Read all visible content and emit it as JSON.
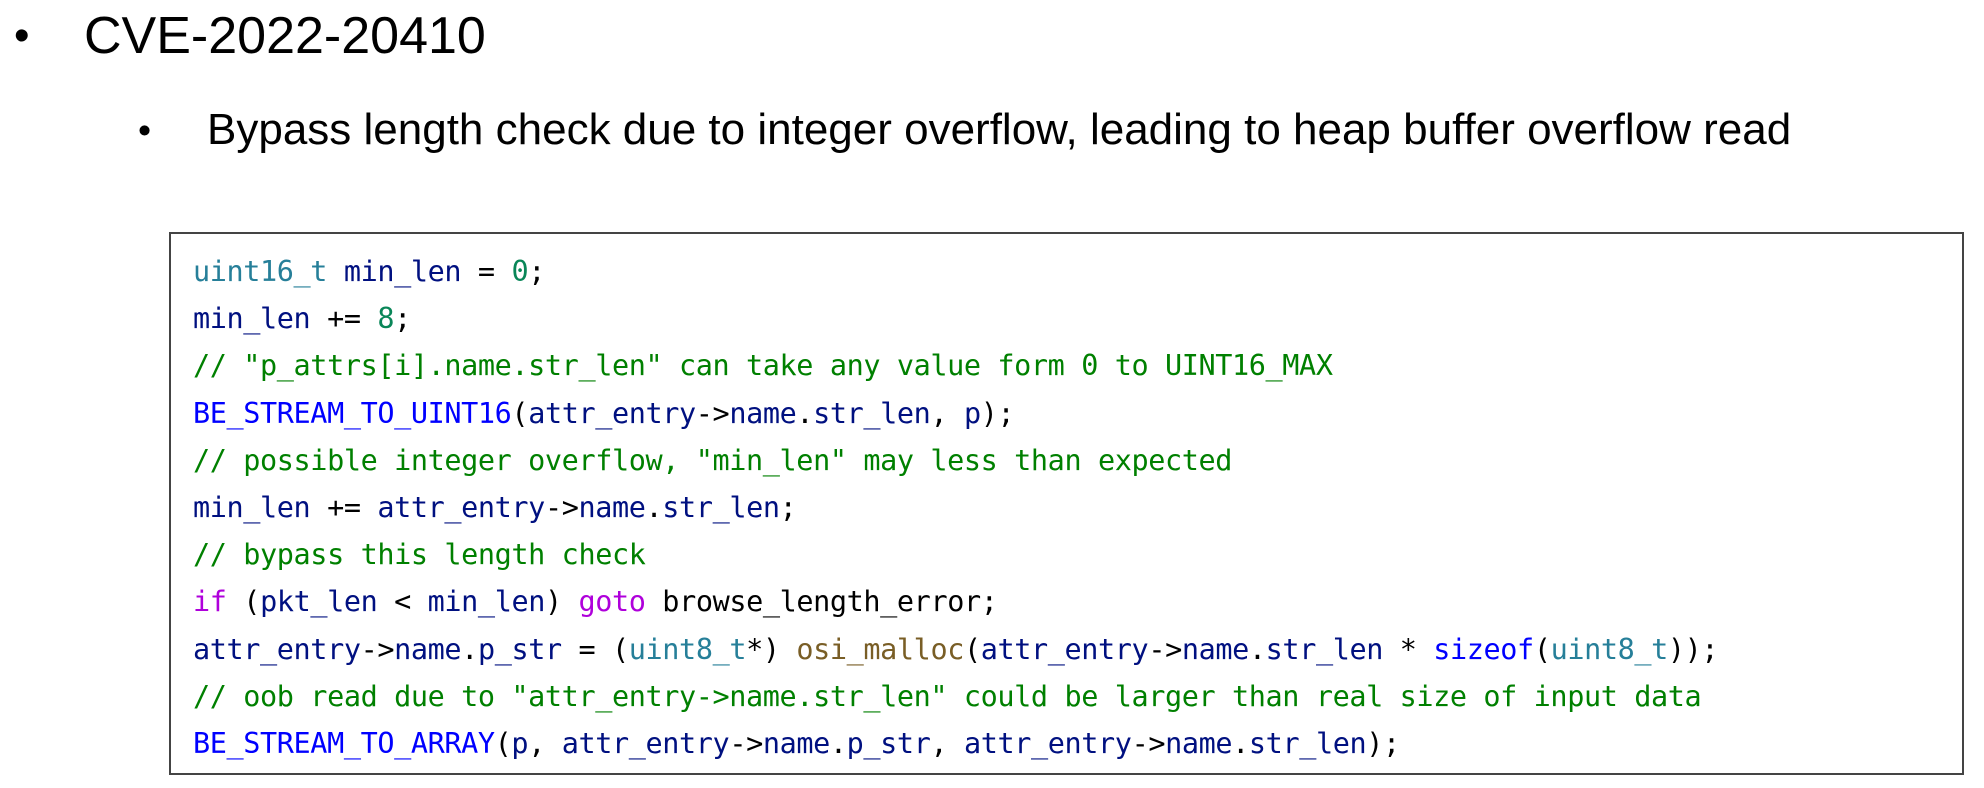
{
  "slide": {
    "bullet_symbol": "•",
    "heading": "CVE-2022-20410",
    "subpoint": "Bypass length check due to integer overflow, leading to heap buffer overflow read"
  },
  "code": {
    "colors": {
      "type": "#267f99",
      "variable": "#001080",
      "number": "#098658",
      "comment": "#008000",
      "macro": "#0000ff",
      "keyword": "#af00db",
      "function": "#795e26",
      "plain": "#000000"
    },
    "lines": [
      [
        [
          "type",
          "uint16_t"
        ],
        [
          "plain",
          " "
        ],
        [
          "var",
          "min_len"
        ],
        [
          "plain",
          " = "
        ],
        [
          "num",
          "0"
        ],
        [
          "plain",
          ";"
        ]
      ],
      [
        [
          "var",
          "min_len"
        ],
        [
          "plain",
          " += "
        ],
        [
          "num",
          "8"
        ],
        [
          "plain",
          ";"
        ]
      ],
      [
        [
          "cmt",
          "// \"p_attrs[i].name.str_len\" can take any value form 0 to UINT16_MAX"
        ]
      ],
      [
        [
          "macro",
          "BE_STREAM_TO_UINT16"
        ],
        [
          "plain",
          "("
        ],
        [
          "var",
          "attr_entry"
        ],
        [
          "plain",
          "->"
        ],
        [
          "var",
          "name"
        ],
        [
          "plain",
          "."
        ],
        [
          "var",
          "str_len"
        ],
        [
          "plain",
          ", "
        ],
        [
          "var",
          "p"
        ],
        [
          "plain",
          ");"
        ]
      ],
      [
        [
          "cmt",
          "// possible integer overflow, \"min_len\" may less than expected"
        ]
      ],
      [
        [
          "var",
          "min_len"
        ],
        [
          "plain",
          " += "
        ],
        [
          "var",
          "attr_entry"
        ],
        [
          "plain",
          "->"
        ],
        [
          "var",
          "name"
        ],
        [
          "plain",
          "."
        ],
        [
          "var",
          "str_len"
        ],
        [
          "plain",
          ";"
        ]
      ],
      [
        [
          "cmt",
          "// bypass this length check"
        ]
      ],
      [
        [
          "kw",
          "if"
        ],
        [
          "plain",
          " ("
        ],
        [
          "var",
          "pkt_len"
        ],
        [
          "plain",
          " < "
        ],
        [
          "var",
          "min_len"
        ],
        [
          "plain",
          ") "
        ],
        [
          "kw",
          "goto"
        ],
        [
          "plain",
          " browse_length_error;"
        ]
      ],
      [
        [
          "var",
          "attr_entry"
        ],
        [
          "plain",
          "->"
        ],
        [
          "var",
          "name"
        ],
        [
          "plain",
          "."
        ],
        [
          "var",
          "p_str"
        ],
        [
          "plain",
          " = ("
        ],
        [
          "type",
          "uint8_t"
        ],
        [
          "plain",
          "*) "
        ],
        [
          "fn",
          "osi_malloc"
        ],
        [
          "plain",
          "("
        ],
        [
          "var",
          "attr_entry"
        ],
        [
          "plain",
          "->"
        ],
        [
          "var",
          "name"
        ],
        [
          "plain",
          "."
        ],
        [
          "var",
          "str_len"
        ],
        [
          "plain",
          " * "
        ],
        [
          "macro",
          "sizeof"
        ],
        [
          "plain",
          "("
        ],
        [
          "type",
          "uint8_t"
        ],
        [
          "plain",
          "));"
        ]
      ],
      [
        [
          "cmt",
          "// oob read due to \"attr_entry->name.str_len\" could be larger than real size of input data"
        ]
      ],
      [
        [
          "macro",
          "BE_STREAM_TO_ARRAY"
        ],
        [
          "plain",
          "("
        ],
        [
          "var",
          "p"
        ],
        [
          "plain",
          ", "
        ],
        [
          "var",
          "attr_entry"
        ],
        [
          "plain",
          "->"
        ],
        [
          "var",
          "name"
        ],
        [
          "plain",
          "."
        ],
        [
          "var",
          "p_str"
        ],
        [
          "plain",
          ", "
        ],
        [
          "var",
          "attr_entry"
        ],
        [
          "plain",
          "->"
        ],
        [
          "var",
          "name"
        ],
        [
          "plain",
          "."
        ],
        [
          "var",
          "str_len"
        ],
        [
          "plain",
          ");"
        ]
      ]
    ]
  }
}
